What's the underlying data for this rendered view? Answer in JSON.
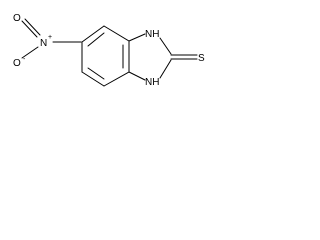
{
  "molecule": {
    "atoms": {
      "o_top": "O",
      "o_bottom": "O",
      "n_plus": "N",
      "n_plus_charge": "+",
      "o_minus_charge": "-",
      "nh_top": "NH",
      "nh_bottom": "NH",
      "s": "S"
    }
  }
}
